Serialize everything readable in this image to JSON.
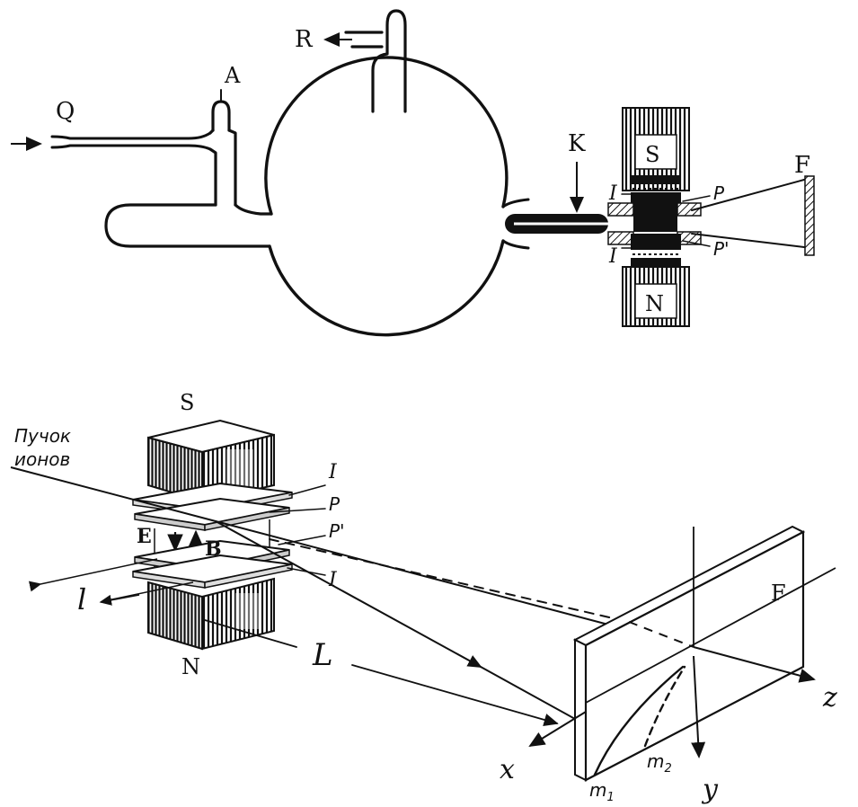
{
  "top": {
    "labels": {
      "Q": "Q",
      "A": "A",
      "R": "R",
      "K": "K",
      "S": "S",
      "N": "N",
      "I_upper": "I",
      "I_lower": "I",
      "P": "P",
      "P_prime": "P'",
      "F": "F"
    }
  },
  "bottom": {
    "labels": {
      "S": "S",
      "N": "N",
      "beam_line1": "Пучок",
      "beam_line2": "ионов",
      "I_upper": "I",
      "I_lower": "I",
      "P": "P",
      "P_prime": "P'",
      "E": "E",
      "B": "B",
      "l": "l",
      "L": "L",
      "F": "F",
      "x": "x",
      "y": "y",
      "z": "z",
      "m1": "m",
      "m1_sub": "1",
      "m2": "m",
      "m2_sub": "2"
    }
  },
  "colors": {
    "ink": "#111111",
    "magnet_fill": "#1a1a1a",
    "paper": "#ffffff"
  }
}
